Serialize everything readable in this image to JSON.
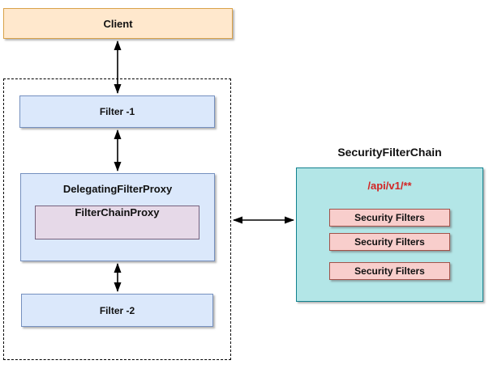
{
  "diagram": {
    "client": {
      "label": "Client"
    },
    "filter_container": {
      "filter1": {
        "label": "Filter -1"
      },
      "delegating_filter_proxy": {
        "label": "DelegatingFilterProxy",
        "inner": {
          "label": "FilterChainProxy"
        }
      },
      "filter2": {
        "label": "Filter -2"
      }
    },
    "security_filter_chain": {
      "title": "SecurityFilterChain",
      "url_pattern": "/api/v1/**",
      "filters": [
        "Security Filters",
        "Security Filters",
        "Security Filters"
      ]
    },
    "connections": [
      "Client <-> Filter -1",
      "Filter -1 <-> DelegatingFilterProxy",
      "DelegatingFilterProxy <-> Filter -2",
      "FilterChainProxy container <-> SecurityFilterChain"
    ],
    "colors": {
      "client_fill": "#ffe8cd",
      "client_border": "#d9a24a",
      "filter_fill": "#dbe8fb",
      "filter_border": "#7590bf",
      "proxy_fill": "#e6d9e8",
      "proxy_border": "#75617d",
      "chain_fill": "#b3e6e7",
      "chain_border": "#12818e",
      "security_filter_fill": "#f8cecc",
      "security_filter_border": "#a2524a",
      "url_text": "#d32424",
      "arrow": "#000000"
    }
  }
}
